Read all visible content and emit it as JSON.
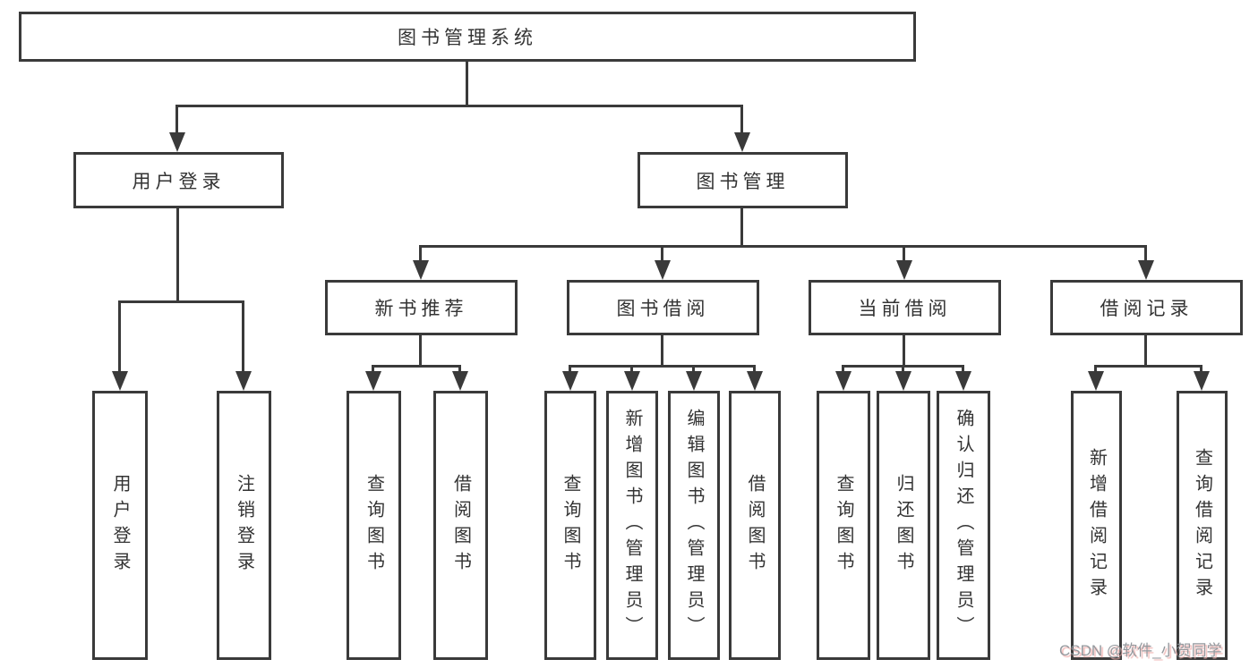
{
  "tree": {
    "root": {
      "label": "图书管理系统",
      "children": [
        {
          "label": "用户登录",
          "children": [
            {
              "label": "用户登录"
            },
            {
              "label": "注销登录"
            }
          ]
        },
        {
          "label": "图书管理",
          "children": [
            {
              "label": "新书推荐",
              "children": [
                {
                  "label": "查询图书"
                },
                {
                  "label": "借阅图书"
                }
              ]
            },
            {
              "label": "图书借阅",
              "children": [
                {
                  "label": "查询图书"
                },
                {
                  "label": "新增图书（管理员）"
                },
                {
                  "label": "编辑图书（管理员）"
                },
                {
                  "label": "借阅图书"
                }
              ]
            },
            {
              "label": "当前借阅",
              "children": [
                {
                  "label": "查询图书"
                },
                {
                  "label": "归还图书"
                },
                {
                  "label": "确认归还（管理员）"
                }
              ]
            },
            {
              "label": "借阅记录",
              "children": [
                {
                  "label": "新增借阅记录"
                },
                {
                  "label": "查询借阅记录"
                }
              ]
            }
          ]
        }
      ]
    }
  },
  "watermark": {
    "text": "CSDN @软件_小贺同学"
  },
  "colors": {
    "line": "#3a3a3a",
    "text": "#333333",
    "background": "#ffffff",
    "watermark": "#8b9196",
    "watermark_shadow": "#efb0ae"
  }
}
